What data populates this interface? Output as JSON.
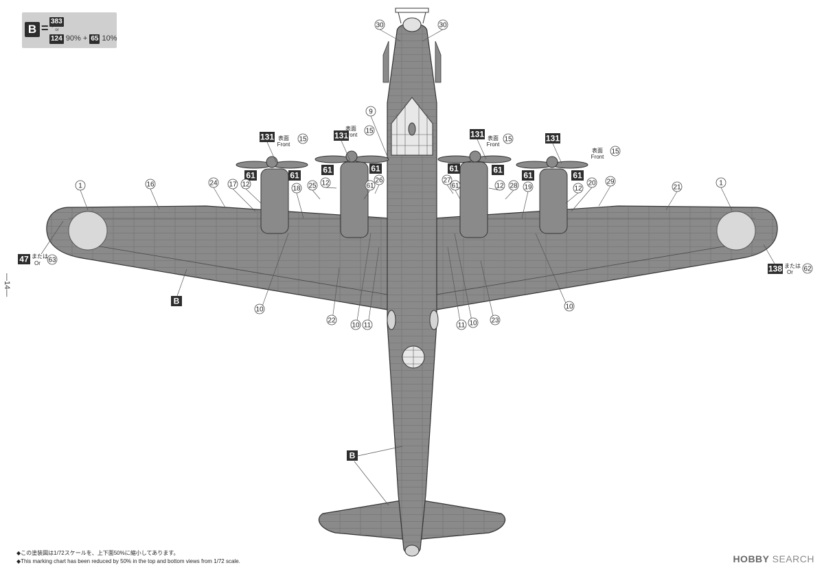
{
  "legend": {
    "letter": "B",
    "equals": "=",
    "primary_code": "383",
    "or_jp": "または",
    "or_en": "or",
    "mix_code_1": "124",
    "mix_pct_1": "90%",
    "plus": "+",
    "mix_code_2": "65",
    "mix_pct_2": "10%"
  },
  "page_number": "—14—",
  "diagram": {
    "area_markers": [
      "B",
      "B"
    ],
    "prop_chips": [
      "131",
      "131",
      "131",
      "131"
    ],
    "front_jp": "表面",
    "front_en": "Front",
    "front_callout": "15",
    "engine_chips": [
      "61",
      "61",
      "61",
      "61",
      "61",
      "61",
      "61",
      "61"
    ],
    "left_tip": {
      "chip": "47",
      "or_jp": "または",
      "or_en": "Or",
      "alt": "63"
    },
    "right_tip": {
      "chip": "138",
      "or_jp": "または",
      "or_en": "Or",
      "alt": "62"
    },
    "callouts": {
      "c30a": "30",
      "c30b": "30",
      "c9": "9",
      "c1a": "1",
      "c16": "16",
      "c24": "24",
      "c17": "17",
      "c12a": "12",
      "c18": "18",
      "c25": "25",
      "c12b": "12",
      "c61a": "61",
      "c26": "26",
      "c27": "27",
      "c61b": "61",
      "c12c": "12",
      "c28": "28",
      "c19": "19",
      "c12d": "12",
      "c20": "20",
      "c29": "29",
      "c21": "21",
      "c1b": "1",
      "c10a": "10",
      "c22": "22",
      "c10b": "10",
      "c11a": "11",
      "c11b": "11",
      "c10c": "10",
      "c23": "23",
      "c10d": "10"
    }
  },
  "footnotes": {
    "jp": "◆この塗装図は1/72スケールを、上下面50%に縮小してあります。",
    "en": "◆This marking chart has been reduced by 50% in the top and bottom views from 1/72 scale."
  },
  "watermark": {
    "brand": "HOBBY",
    "brand2": "SEARCH"
  },
  "colors": {
    "aircraft_gray": "#8a8a8a",
    "marking_chip": "#2d2d2d",
    "legend_bg": "#cfcfcf"
  }
}
